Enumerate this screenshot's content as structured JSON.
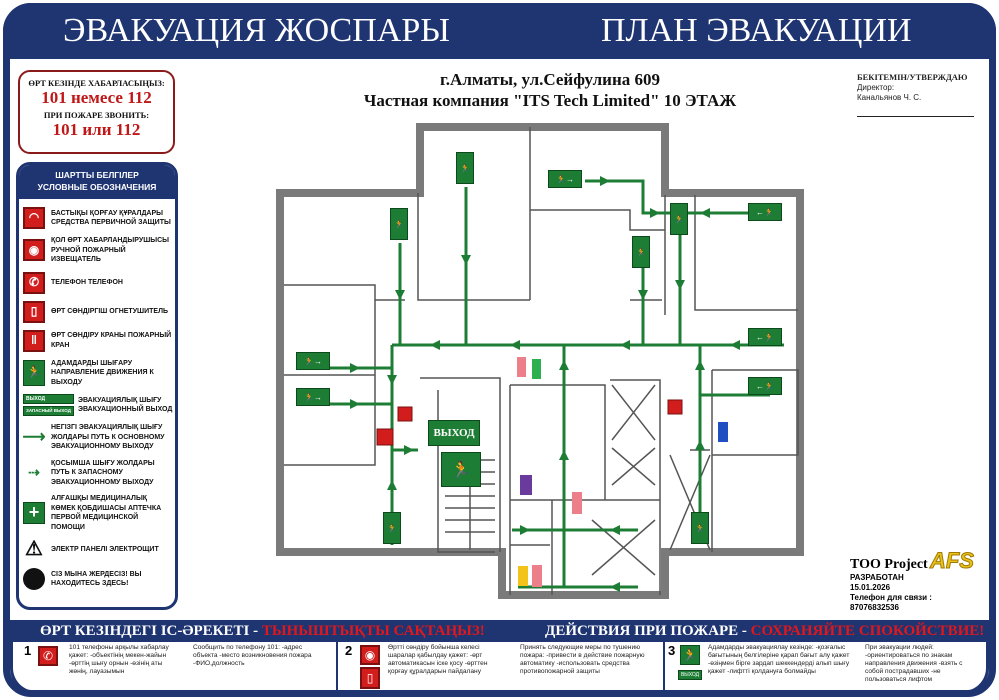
{
  "header": {
    "title_kz": "ЭВАКУАЦИЯ ЖОСПАРЫ",
    "title_ru": "ПЛАН ЭВАКУАЦИИ"
  },
  "call_box": {
    "kz_label": "ӨРТ КЕЗІНДЕ ХАБАРЛАСЫҢЫЗ:",
    "kz_numbers": "101 немесе 112",
    "ru_label": "ПРИ ПОЖАРЕ ЗВОНИТЬ:",
    "ru_numbers": "101 или 112"
  },
  "address": {
    "line1": "г.Алматы, ул.Сейфулина 609",
    "line2": "Частная компания \"ITS Tech Limited\" 10 ЭТАЖ"
  },
  "approval": {
    "title": "БЕКІТЕМІН/УТВЕРЖДАЮ",
    "role": "Директор:",
    "name": "Канальянов Ч. С."
  },
  "legend": {
    "title_kz": "ШАРТТЫ БЕЛГІЛЕР",
    "title_ru": "УСЛОВНЫЕ ОБОЗНАЧЕНИЯ",
    "items": [
      {
        "icon": "first-aid-means-icon",
        "label": "БАСТЫҚЫ ҚОРҒАУ ҚҰРАЛДАРЫ СРЕДСТВА ПЕРВИЧНОЙ ЗАЩИТЫ"
      },
      {
        "icon": "manual-call-point-icon",
        "label": "ҚОЛ ӨРТ ХАБАРЛАНДЫРУШЫСЫ РУЧНОЙ ПОЖАРНЫЙ ИЗВЕЩАТЕЛЬ"
      },
      {
        "icon": "phone-icon",
        "label": "ТЕЛЕФОН ТЕЛЕФОН"
      },
      {
        "icon": "extinguisher-icon",
        "label": "ӨРТ СӨНДІРГІШ ОГНЕТУШИТЕЛЬ"
      },
      {
        "icon": "fire-hydrant-icon",
        "label": "ӨРТ СӨНДІРУ КРАНЫ ПОЖАРНЫЙ КРАН"
      },
      {
        "icon": "exit-direction-icon",
        "label": "АДАМДАРДЫ ШЫҒАРУ НАПРАВЛЕНИЕ ДВИЖЕНИЯ К ВЫХОДУ"
      },
      {
        "icon": "evacuation-exit-icon",
        "label": "ЭВАКУАЦИЯЛЫҚ ШЫҒУ ЭВАКУАЦИОННЫЙ ВЫХОД",
        "sign1": "ВЫХОД",
        "sign2": "ЗАПАСНЫЙ ВЫХОД"
      },
      {
        "icon": "main-route-arrow-icon",
        "label": "НЕГІЗГІ ЭВАКУАЦИЯЛЫҚ ШЫҒУ ЖОЛДАРЫ ПУТЬ К ОСНОВНОМУ ЭВАКУАЦИОННОМУ ВЫХОДУ"
      },
      {
        "icon": "reserve-route-arrow-icon",
        "label": "ҚОСЫМША ШЫҒУ ЖОЛДАРЫ ПУТЬ К ЗАПАСНОМУ ЭВАКУАЦИОННОМУ ВЫХОДУ"
      },
      {
        "icon": "first-aid-kit-icon",
        "label": "АЛҒАШҚЫ МЕДИЦИНАЛЫҚ КӨМЕК ҚОБДИШАСЫ АПТЕЧКА ПЕРВОЙ МЕДИЦИНСКОЙ ПОМОЩИ"
      },
      {
        "icon": "electrical-panel-icon",
        "label": "ЭЛЕКТР ПАНЕЛІ ЭЛЕКТРОЩИТ"
      },
      {
        "icon": "you-are-here-icon",
        "label": "СІЗ МЫНА ЖЕРДЕСІЗ! ВЫ НАХОДИТЕСЬ ЗДЕСЬ!"
      }
    ]
  },
  "plan": {
    "exit_sign": "ВЫХОД"
  },
  "developer": {
    "company": "ТОО  Project",
    "logo": "AFS",
    "developed": "РАЗРАБОТАН",
    "date": "15.01.2026",
    "phone_label": "Телефон для связи :",
    "phone": "87076832536"
  },
  "bottom": {
    "kz_title": "ӨРТ КЕЗІНДЕГІ ІС-ӘРЕКЕТІ",
    "kz_calm": "ТЫНЫШТЫҚТЫ САҚТАҢЫЗ!",
    "ru_title": "ДЕЙСТВИЯ ПРИ ПОЖАРЕ",
    "ru_calm": "СОХРАНЯЙТЕ СПОКОЙСТВИЕ!",
    "dash": " - ",
    "steps": [
      {
        "n": "1",
        "kz": "101 телефоны арқылы хабарлау қажет: -объектінің мекен-жайын -өрттің шығу орнын -өзінің аты жөнің, лауазымын",
        "ru": "Сообщить по телефону 101: -адрес объекта -место возникновения пожара -ФИО,должность"
      },
      {
        "n": "2",
        "kz": "Өрттi сөндiру бойынша келесi шаралар қабылдау қажет: -өрт автоматикасын iске қосу -өрттен қорғау құралдарын пайдалану",
        "ru": "Принять следующие меры по тушению пожара: -привести в действие пожарную автоматику -использовать средства противопожарной защиты"
      },
      {
        "n": "3",
        "kz": "Адамдарды эвакуациялау кезiнде: -қозғалыс бағытының белгiлерiне қарап бағыт алу қажет -өзiңмен бiрге зардап шеккендердi алып шығу қажет -лифттi қолдануға болмайды",
        "ru": "При эвакуации людей: -ориентироваться по знакам направления движения -взять с собой пострадавших -не пользоваться лифтом",
        "sign": "ВЫХОД"
      }
    ]
  },
  "colors": {
    "navy": "#1f3572",
    "green": "#1d7d34",
    "red": "#d21d1d",
    "wall": "#7a7a7a"
  }
}
